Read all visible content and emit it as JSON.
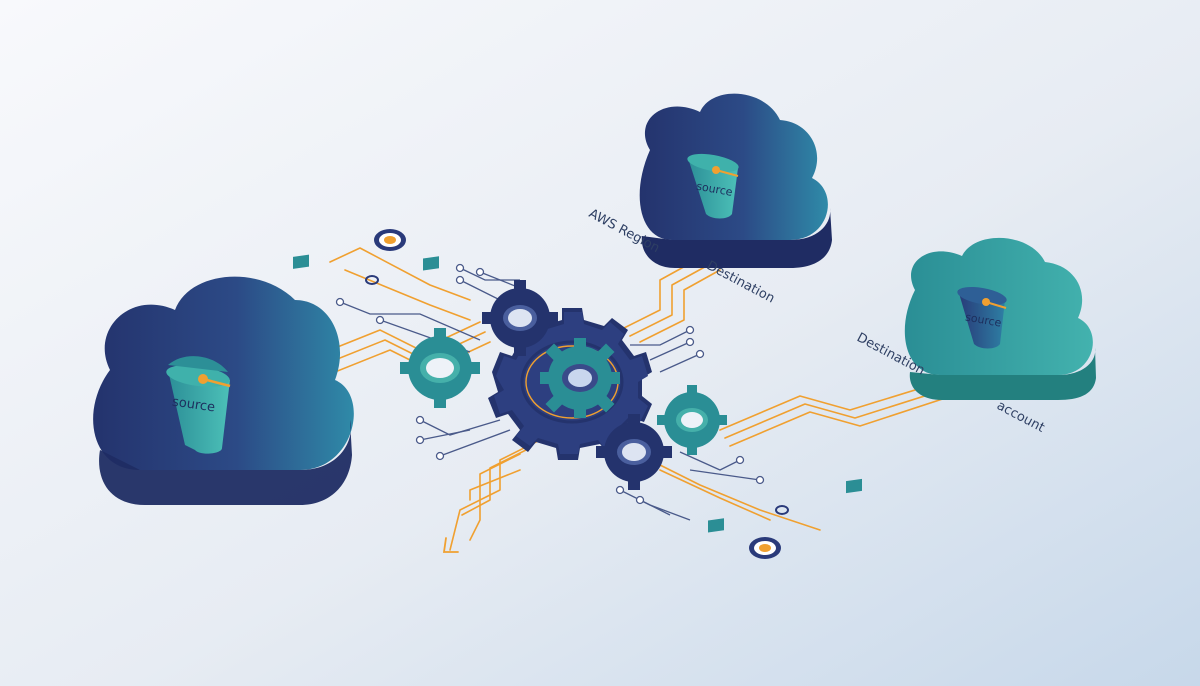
{
  "labels": {
    "source_bucket_left": "source",
    "source_bucket_top": "source",
    "source_bucket_right": "source",
    "aws_region": "AWS Region",
    "destination_top": "Destination",
    "destination_right": "Destination",
    "account": "account"
  },
  "colors": {
    "background_top": "#f7f8fb",
    "background_bottom": "#c9d9ea",
    "navy": "#2a3a7a",
    "navy_dark": "#1f2c63",
    "blue": "#2f7fa3",
    "teal": "#2e9a9a",
    "teal_light": "#48b5b0",
    "orange_line": "#f0a030",
    "circuit_line": "#4a5a8a"
  },
  "icons": [
    "cloud-icon",
    "bucket-icon",
    "gear-icon",
    "arrow-icon",
    "target-icon",
    "chip-icon"
  ]
}
